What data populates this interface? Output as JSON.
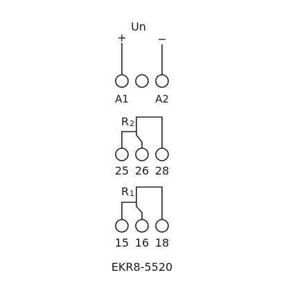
{
  "supply": {
    "label": "Un",
    "plus": "+",
    "minus": "−"
  },
  "terminals_top": [
    "A1",
    "A2"
  ],
  "relay2": {
    "label_main": "R",
    "label_sub": "2",
    "terminals": [
      "25",
      "26",
      "28"
    ]
  },
  "relay1": {
    "label_main": "R",
    "label_sub": "1",
    "terminals": [
      "15",
      "16",
      "18"
    ]
  },
  "model": "EKR8-5520"
}
